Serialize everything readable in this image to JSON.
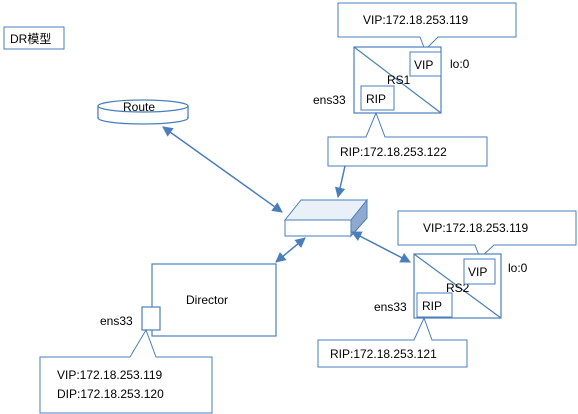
{
  "title": "DR模型",
  "route_label": "Route",
  "rs1": {
    "name": "RS1",
    "vip_callout": "VIP:172.18.253.119",
    "vip_box": "VIP",
    "rip_box": "RIP",
    "lo": "lo:0",
    "ens": "ens33",
    "rip_callout": "RIP:172.18.253.122"
  },
  "rs2": {
    "name": "RS2",
    "vip_callout": "VIP:172.18.253.119",
    "vip_box": "VIP",
    "rip_box": "RIP",
    "lo": "lo:0",
    "ens": "ens33",
    "rip_callout": "RIP:172.18.253.121"
  },
  "director": {
    "name": "Director",
    "ens": "ens33",
    "vip_line": "VIP:172.18.253.119",
    "dip_line": "DIP:172.18.253.120"
  },
  "colors": {
    "line": "#4a7ebb",
    "fill": "#ffffff",
    "switch_top": "#eaf0f8",
    "switch_side": "#8fa9cf"
  }
}
